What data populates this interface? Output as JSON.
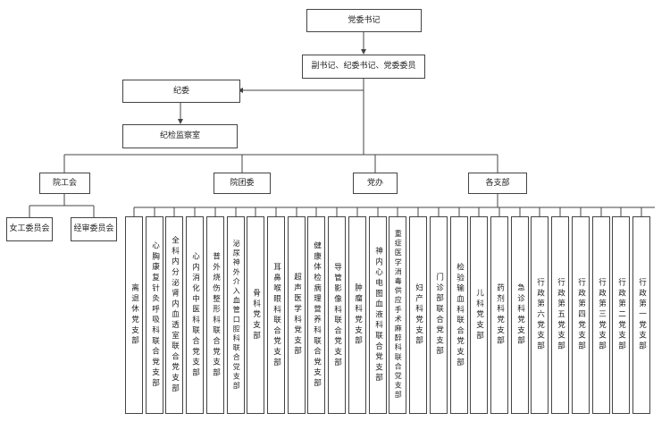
{
  "top": {
    "secretary": "党委书记",
    "deputies": "副书记、纪委书记、党委委员"
  },
  "discipline": {
    "committee": "纪委",
    "office": "纪检监察室"
  },
  "departments": {
    "union": "院工会",
    "youth": "院团委",
    "party_office": "党办",
    "branches": "各支部"
  },
  "union_children": [
    "女工委员会",
    "经审委员会"
  ],
  "branches": [
    "离退休党支部",
    "心胸康复针灸呼吸科联合党支部",
    "全科内分泌肾内血透室联合党支部",
    "心内消化中医科联合党支部",
    "普外烧伤整形科联合党支部",
    "泌尿神外介入血管口腔科联合党支部",
    "骨科党支部",
    "耳鼻喉眼科联合党支部",
    "超声医学科党支部",
    "健康体检病理营养科联合党支部",
    "导管影像科联合党支部",
    "肿瘤科党支部",
    "神内心电图血液科联合党支部",
    "重症医学消毒供应手术麻醉科联合党支部",
    "妇产科党支部",
    "门诊部联合党支部",
    "检验输血科联合党支部",
    "儿科党支部",
    "药剂科党支部",
    "急诊科党支部",
    "行政第六党支部",
    "行政第五党支部",
    "行政第四党支部",
    "行政第三党支部",
    "行政第二党支部",
    "行政第一党支部"
  ]
}
